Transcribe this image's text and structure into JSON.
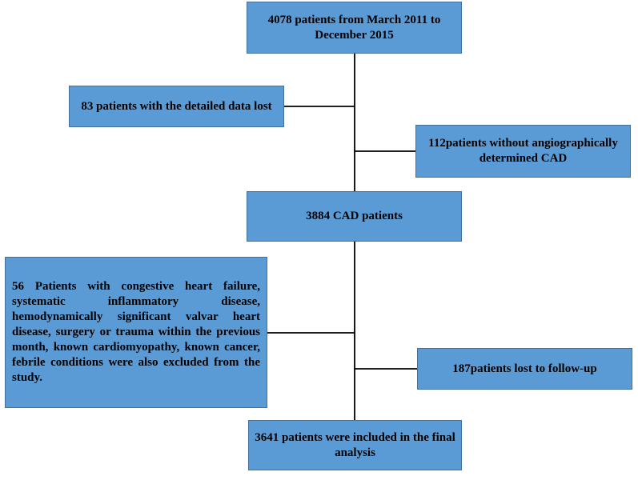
{
  "boxes": {
    "start": "4078 patients from March 2011 to December 2015",
    "excluded_data_lost": "83 patients with the detailed data lost",
    "excluded_no_cad": "112patients without angiographically determined CAD",
    "cad": "3884 CAD patients",
    "excluded_conditions": "56 Patients with congestive heart failure, systematic inflammatory disease, hemodynamically significant valvar heart disease, surgery or trauma within the previous month, known cardiomyopathy, known cancer, febrile conditions were also excluded from the study.",
    "lost_followup": "187patients lost to follow-up",
    "final": "3641 patients were included in the final analysis"
  }
}
